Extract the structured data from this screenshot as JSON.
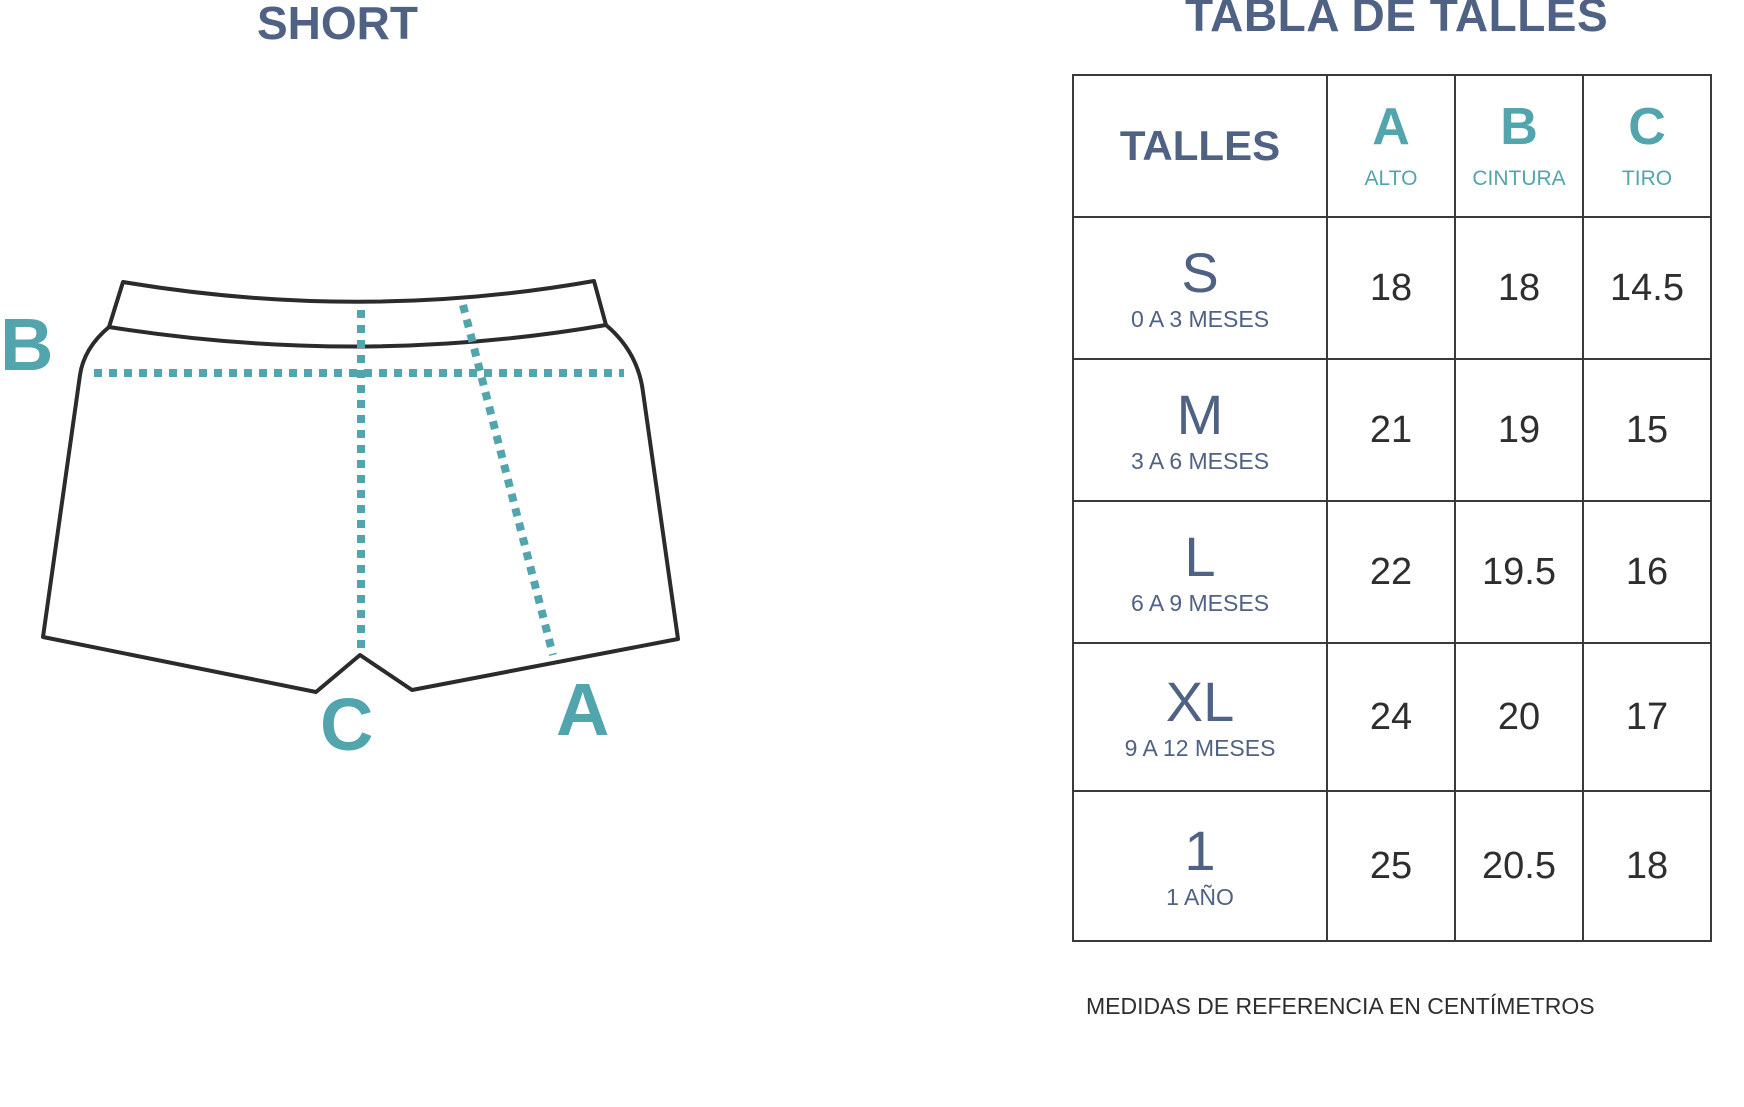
{
  "short_title": "SHORT",
  "table_title": "TABLA DE TALLES",
  "diagram": {
    "labels": {
      "a": "A",
      "b": "B",
      "c": "C"
    }
  },
  "colors": {
    "accent": "#52a5ad",
    "heading": "#4f6283",
    "outline": "#2b2b2b"
  },
  "table": {
    "header": {
      "talles": "TALLES",
      "columns": [
        {
          "letter": "A",
          "label": "ALTO"
        },
        {
          "letter": "B",
          "label": "CINTURA"
        },
        {
          "letter": "C",
          "label": "TIRO"
        }
      ]
    },
    "rows": [
      {
        "size": "S",
        "age": "0 A 3 MESES",
        "values": [
          "18",
          "18",
          "14.5"
        ]
      },
      {
        "size": "M",
        "age": "3 A 6 MESES",
        "values": [
          "21",
          "19",
          "15"
        ]
      },
      {
        "size": "L",
        "age": "6 A 9 MESES",
        "values": [
          "22",
          "19.5",
          "16"
        ]
      },
      {
        "size": "XL",
        "age": "9 A 12 MESES",
        "values": [
          "24",
          "20",
          "17"
        ]
      },
      {
        "size": "1",
        "age": "1 AÑO",
        "values": [
          "25",
          "20.5",
          "18"
        ]
      }
    ]
  },
  "footnote": "MEDIDAS DE REFERENCIA EN CENTÍMETROS"
}
